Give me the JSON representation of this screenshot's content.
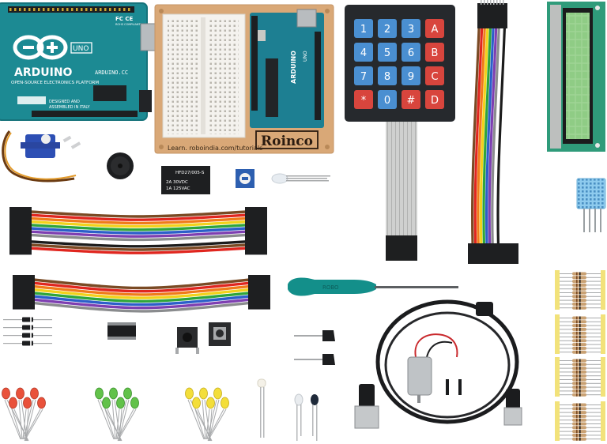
{
  "arduino": {
    "logo": "ARDUINO",
    "model": "UNO",
    "site": "ARDUINO.CC",
    "tagline": "OPEN-SOURCE ELECTRONICS PLATFORM",
    "designed1": "DESIGNED AND",
    "designed2": "ASSEMBLED IN ITALY",
    "fc": "FC CE",
    "compliant": "ROHS COMPLIANT"
  },
  "mount": {
    "url": "Learn. roboindia.com/tutorials",
    "brand": "Roinco",
    "small_logo": "ARDUINO",
    "small_model": "UNO"
  },
  "keypad": {
    "keys": [
      "1",
      "2",
      "3",
      "A",
      "4",
      "5",
      "6",
      "B",
      "7",
      "8",
      "9",
      "C",
      "*",
      "0",
      "#",
      "D"
    ]
  },
  "relay": {
    "model": "HFD27/005-S",
    "line1": "2A 30VDC",
    "line2": "1A 125VAC"
  },
  "screwdriver": {
    "text": "ROBO"
  },
  "colors": {
    "board": "#1c8a93",
    "mount": "#d9a877",
    "keypad": "#26292d",
    "key_blue": "#4a8fd1",
    "key_red": "#d8453d",
    "lcd": "#96cf8f",
    "dht": "#8ecbee",
    "handle": "#138f8a"
  }
}
